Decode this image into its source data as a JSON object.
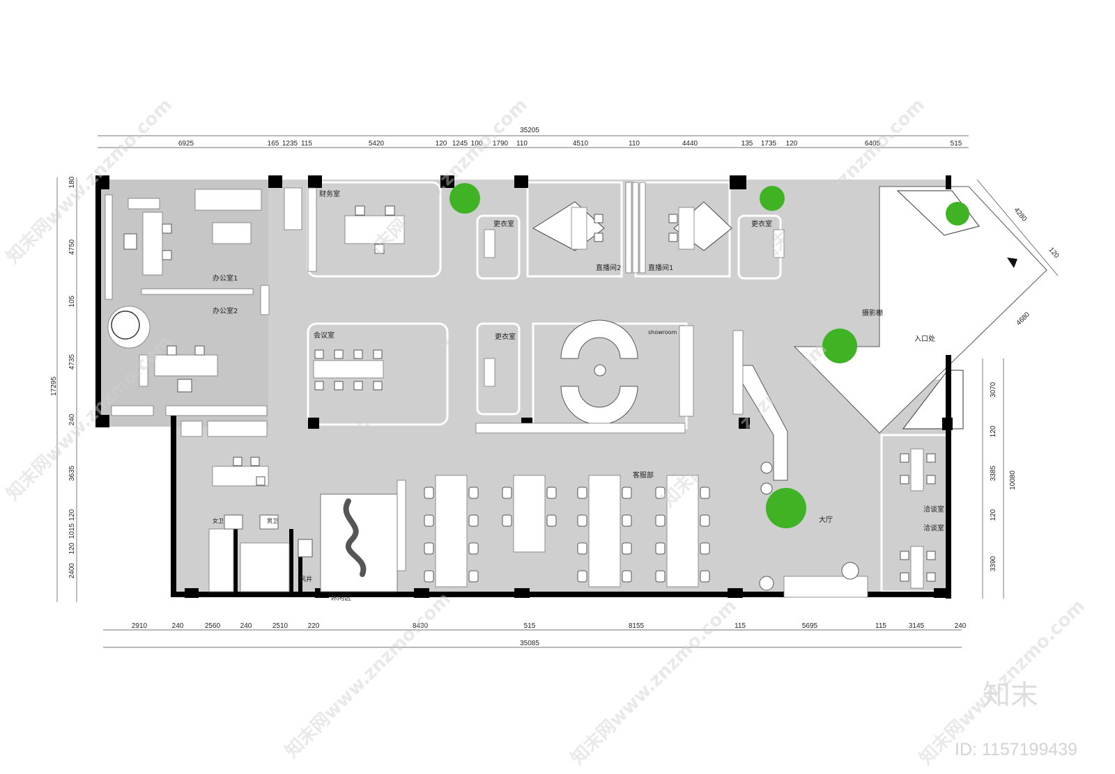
{
  "plan": {
    "dims_top": {
      "overall": "35205",
      "segments": [
        "6925",
        "165",
        "1235",
        "115",
        "5420",
        "120",
        "1245",
        "100",
        "1790",
        "110",
        "4510",
        "110",
        "4440",
        "135",
        "1735",
        "120",
        "6405",
        "515"
      ]
    },
    "dims_bottom": {
      "overall": "35085",
      "segments": [
        "2910",
        "240",
        "2560",
        "240",
        "2510",
        "220",
        "8430",
        "515",
        "8155",
        "115",
        "5695",
        "115",
        "3145",
        "240"
      ]
    },
    "dims_left": {
      "overall": "17295",
      "segments": [
        "180",
        "4750",
        "105",
        "4735",
        "240",
        "3635",
        "120",
        "1015",
        "120",
        "2400"
      ]
    },
    "dims_right": {
      "overall": "10080",
      "segments": [
        "3070",
        "120",
        "3385",
        "120",
        "3390"
      ]
    },
    "dims_diag": [
      "4280",
      "120",
      "4680"
    ],
    "rooms": {
      "office1": "办公室1",
      "office2": "办公室2",
      "finance": "财务室",
      "changing1": "更衣室",
      "changing2": "更衣室",
      "changing3": "更衣室",
      "live2": "直播间2",
      "live1": "直播间1",
      "studio": "摄影棚",
      "entrance": "入口处",
      "meeting": "会议室",
      "showroom": "showroom",
      "customer_service": "客服部",
      "lobby": "大厅",
      "negotiation1": "洽谈室",
      "negotiation2": "洽谈室",
      "female_wc": "女卫",
      "male_wc": "男卫",
      "shaft": "风井",
      "leisure": "休闲区"
    }
  },
  "watermark": {
    "text": "知末网www.znzmo.com",
    "brand": "知末",
    "id": "ID: 1157199439"
  },
  "colors": {
    "floor": "#cfcfcf",
    "wall": "#000000",
    "tree": "#3fb323",
    "furniture": "#ffffff"
  }
}
